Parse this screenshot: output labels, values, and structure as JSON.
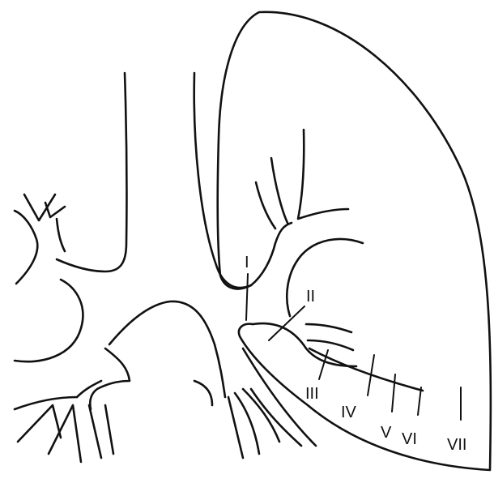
{
  "labels": {
    "station_1": "I",
    "station_2": "II",
    "station_3": "III",
    "station_4": "IV",
    "station_5": "V",
    "station_6": "VI",
    "station_7": "VII"
  },
  "colors": {
    "line": "#111111",
    "background": "#ffffff"
  }
}
